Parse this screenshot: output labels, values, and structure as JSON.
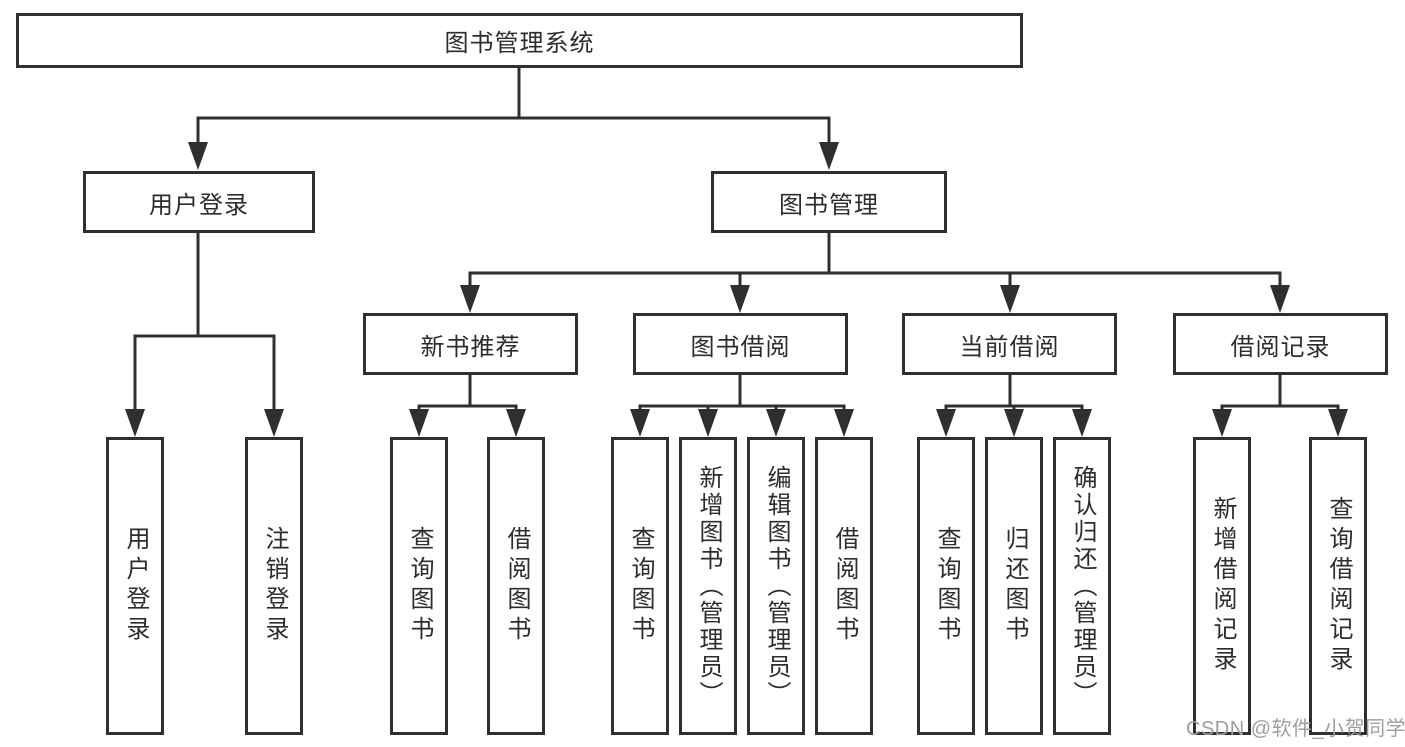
{
  "colors": {
    "line": "#2f2f2f",
    "text": "#2d2d2d",
    "background": "#ffffff",
    "watermark": "#9e9e9e"
  },
  "watermark": {
    "text": "CSDN @软件_小贺同学"
  },
  "tree": {
    "root": {
      "label": "图书管理系统"
    },
    "branches": [
      {
        "label": "用户登录",
        "leaves": [
          {
            "label": "用户登录"
          },
          {
            "label": "注销登录"
          }
        ]
      },
      {
        "label": "图书管理",
        "groups": [
          {
            "label": "新书推荐",
            "leaves": [
              {
                "label": "查询图书"
              },
              {
                "label": "借阅图书"
              }
            ]
          },
          {
            "label": "图书借阅",
            "leaves": [
              {
                "label": "查询图书"
              },
              {
                "label": "新增图书（管理员）"
              },
              {
                "label": "编辑图书（管理员）"
              },
              {
                "label": "借阅图书"
              }
            ]
          },
          {
            "label": "当前借阅",
            "leaves": [
              {
                "label": "查询图书"
              },
              {
                "label": "归还图书"
              },
              {
                "label": "确认归还（管理员）"
              }
            ]
          },
          {
            "label": "借阅记录",
            "leaves": [
              {
                "label": "新增借阅记录"
              },
              {
                "label": "查询借阅记录"
              }
            ]
          }
        ]
      }
    ]
  }
}
